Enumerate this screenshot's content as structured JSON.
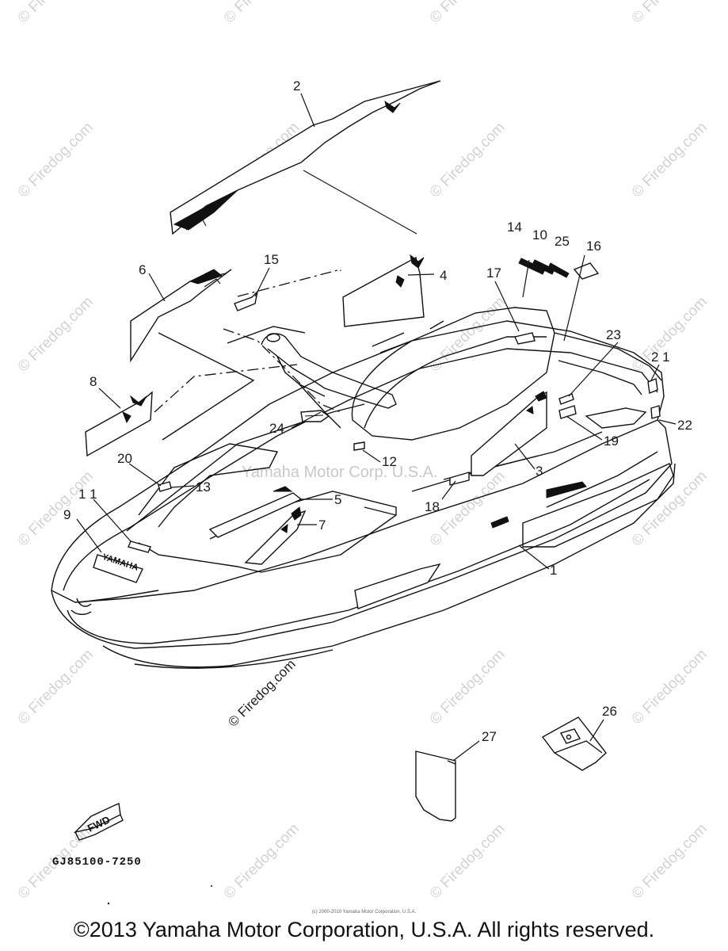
{
  "diagram": {
    "callouts": [
      {
        "id": "c2",
        "label": "2"
      },
      {
        "id": "c6",
        "label": "6"
      },
      {
        "id": "c15",
        "label": "15"
      },
      {
        "id": "c4",
        "label": "4"
      },
      {
        "id": "c14",
        "label": "14"
      },
      {
        "id": "c10",
        "label": "10"
      },
      {
        "id": "c25",
        "label": "25"
      },
      {
        "id": "c16",
        "label": "16"
      },
      {
        "id": "c17",
        "label": "17"
      },
      {
        "id": "c23",
        "label": "23"
      },
      {
        "id": "c21",
        "label": "2 1"
      },
      {
        "id": "c22",
        "label": "22"
      },
      {
        "id": "c8",
        "label": "8"
      },
      {
        "id": "c24",
        "label": "24"
      },
      {
        "id": "c12",
        "label": "12"
      },
      {
        "id": "c19",
        "label": "19"
      },
      {
        "id": "c3",
        "label": "3"
      },
      {
        "id": "c20",
        "label": "20"
      },
      {
        "id": "c13",
        "label": "13"
      },
      {
        "id": "c5",
        "label": "5"
      },
      {
        "id": "c18",
        "label": "18"
      },
      {
        "id": "c11",
        "label": "1 1"
      },
      {
        "id": "c9",
        "label": "9"
      },
      {
        "id": "c7",
        "label": "7"
      },
      {
        "id": "c1",
        "label": "1"
      },
      {
        "id": "c26",
        "label": "26"
      },
      {
        "id": "c27",
        "label": "27"
      }
    ],
    "hull_logo_text": "YAMAHA",
    "fwd_arrow_text": "FWD",
    "part_code": "GJ85100-7250"
  },
  "watermarks": {
    "site": "© Firedog.com",
    "center": "Yamaha Motor Corp. U.S.A."
  },
  "footer": {
    "small_copyright": "(c) 2000-2010 Yamaha Motor Corporation, U.S.A.",
    "copyright": "©2013 Yamaha Motor Corporation, U.S.A. All rights reserved."
  }
}
